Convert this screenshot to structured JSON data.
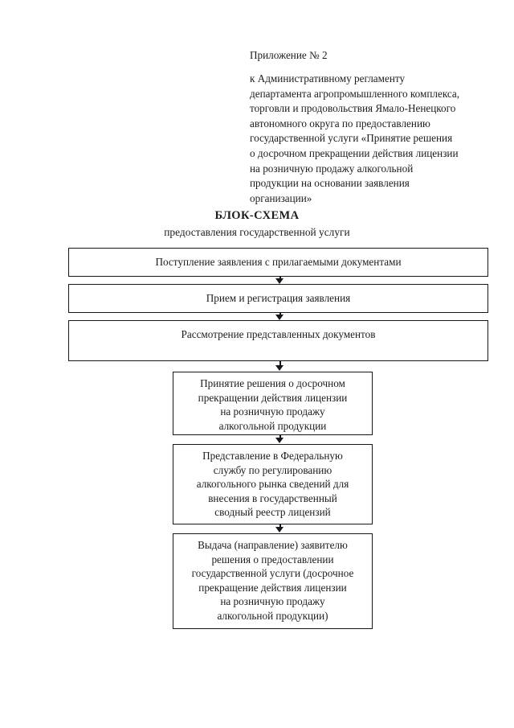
{
  "header": {
    "appendix_label": "Приложение № 2",
    "reference_lines": [
      "к Административному регламенту",
      "департамента агропромышленного комплекса,",
      "торговли и продовольствия Ямало-Ненецкого",
      "автономного округа по предоставлению",
      "государственной услуги «Принятие решения",
      "о досрочном прекращении действия лицензии",
      "на розничную продажу алкогольной",
      "продукции на основании заявления",
      "организации»"
    ]
  },
  "title": {
    "main": "БЛОК-СХЕМА",
    "subtitle": "предоставления государственной услуги"
  },
  "flowchart": {
    "type": "flowchart",
    "orientation": "top-to-bottom",
    "nodes": [
      {
        "id": "n1",
        "shape": "rectangle",
        "width_class": "wide",
        "lines": [
          "Поступление заявления с прилагаемыми документами"
        ]
      },
      {
        "id": "n2",
        "shape": "rectangle",
        "width_class": "wide",
        "lines": [
          "Прием и регистрация заявления"
        ]
      },
      {
        "id": "n3",
        "shape": "rectangle",
        "width_class": "wide",
        "lines": [
          "Рассмотрение представленных документов"
        ]
      },
      {
        "id": "n4",
        "shape": "rectangle",
        "width_class": "narrow",
        "lines": [
          "Принятие решения о досрочном",
          "прекращении действия лицензии",
          "на розничную продажу",
          "алкогольной продукции"
        ]
      },
      {
        "id": "n5",
        "shape": "rectangle",
        "width_class": "narrow",
        "lines": [
          "Представление в Федеральную",
          "службу по регулированию",
          "алкогольного рынка сведений для",
          "внесения в государственный",
          "сводный реестр лицензий"
        ]
      },
      {
        "id": "n6",
        "shape": "rectangle",
        "width_class": "narrow",
        "lines": [
          "Выдача (направление) заявителю",
          "решения о предоставлении",
          "государственной услуги (досрочное",
          "прекращение действия лицензии",
          "на розничную продажу",
          "алкогольной продукции)"
        ]
      }
    ],
    "edges": [
      {
        "from": "n1",
        "to": "n2",
        "marker": "arrow-down"
      },
      {
        "from": "n2",
        "to": "n3",
        "marker": "arrow-down"
      },
      {
        "from": "n3",
        "to": "n4",
        "marker": "arrow-down"
      },
      {
        "from": "n4",
        "to": "n5",
        "marker": "arrow-down"
      },
      {
        "from": "n5",
        "to": "n6",
        "marker": "arrow-down"
      }
    ]
  },
  "colors": {
    "page_background": "#ffffff",
    "text": "#1c1c1c",
    "border": "#15171a"
  }
}
